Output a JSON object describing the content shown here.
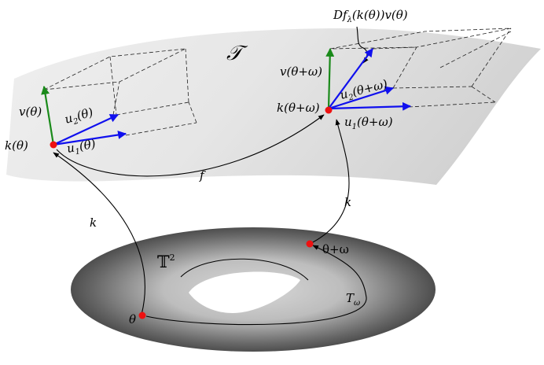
{
  "labels": {
    "manifold": "𝒯",
    "torus": "𝕋",
    "torus_sup": "2",
    "k_theta": "k(θ)",
    "v_theta": "v(θ)",
    "u2_theta": "u",
    "u2_sub": "2",
    "u2_arg": "(θ)",
    "u1_theta": "u",
    "u1_sub": "1",
    "u1_arg": "(θ)",
    "k_theta_omega": "k(θ+ω)",
    "v_theta_omega": "v(θ+ω)",
    "u2_theta_omega": "u",
    "u2o_sub": "2",
    "u2o_arg": "(θ+ω)",
    "u1_theta_omega": "u",
    "u1o_sub": "1",
    "u1o_arg": "(θ+ω)",
    "df_main": "Df",
    "df_sub": "λ",
    "df_arg": "(k(θ))v(θ)",
    "f": "f",
    "k_left": "k",
    "k_right": "k",
    "theta": "θ",
    "theta_omega": "θ+ω",
    "t_omega": "T",
    "t_omega_sub": "ω"
  },
  "colors": {
    "normal_vector": "#1a8a1a",
    "tangent_vector": "#1010ee",
    "point": "#ee1111"
  }
}
